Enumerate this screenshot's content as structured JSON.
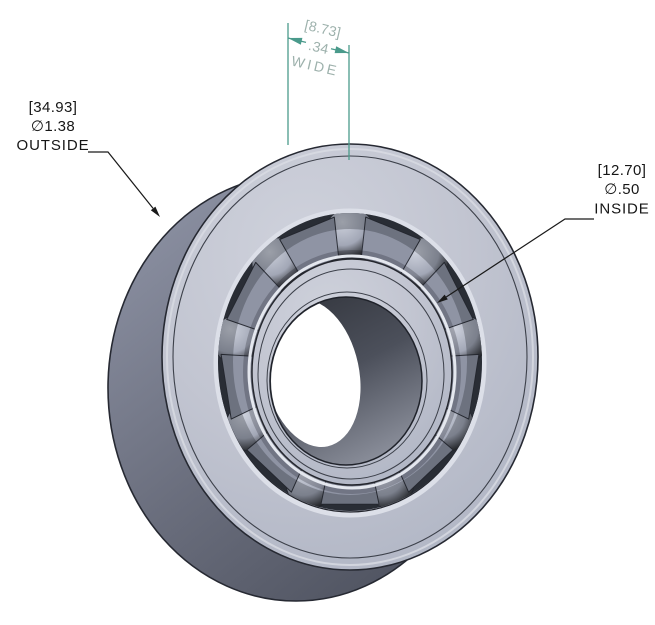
{
  "viewport": {
    "type": "cad-render-view",
    "background": "#ffffff",
    "part_name": "ball bearing"
  },
  "part_colors": {
    "face": "#c2c5d1",
    "face_highlight": "#d9dce4",
    "side_surface_dark": "#4f5360",
    "recess": "#343842",
    "cage": "#8f94a4",
    "ball": "#a2a7b6",
    "outline": "#262932",
    "bore_wall_dark": "#363941",
    "bore_wall_light": "#8e929e",
    "bore_hole": "#ffffff"
  },
  "annotations": {
    "width": {
      "dual": "[8.73]",
      "value": ".34",
      "label": "WIDE",
      "line_color": "#4a9a8b",
      "text_color": "#9db1ac"
    },
    "outside": {
      "dual": "[34.93]",
      "value": "∅1.38",
      "label": "OUTSIDE",
      "line_color": "#1a1a1a",
      "text_color": "#161616"
    },
    "inside": {
      "dual": "[12.70]",
      "value": "∅.50",
      "label": "INSIDE",
      "line_color": "#1a1a1a",
      "text_color": "#161616"
    }
  }
}
